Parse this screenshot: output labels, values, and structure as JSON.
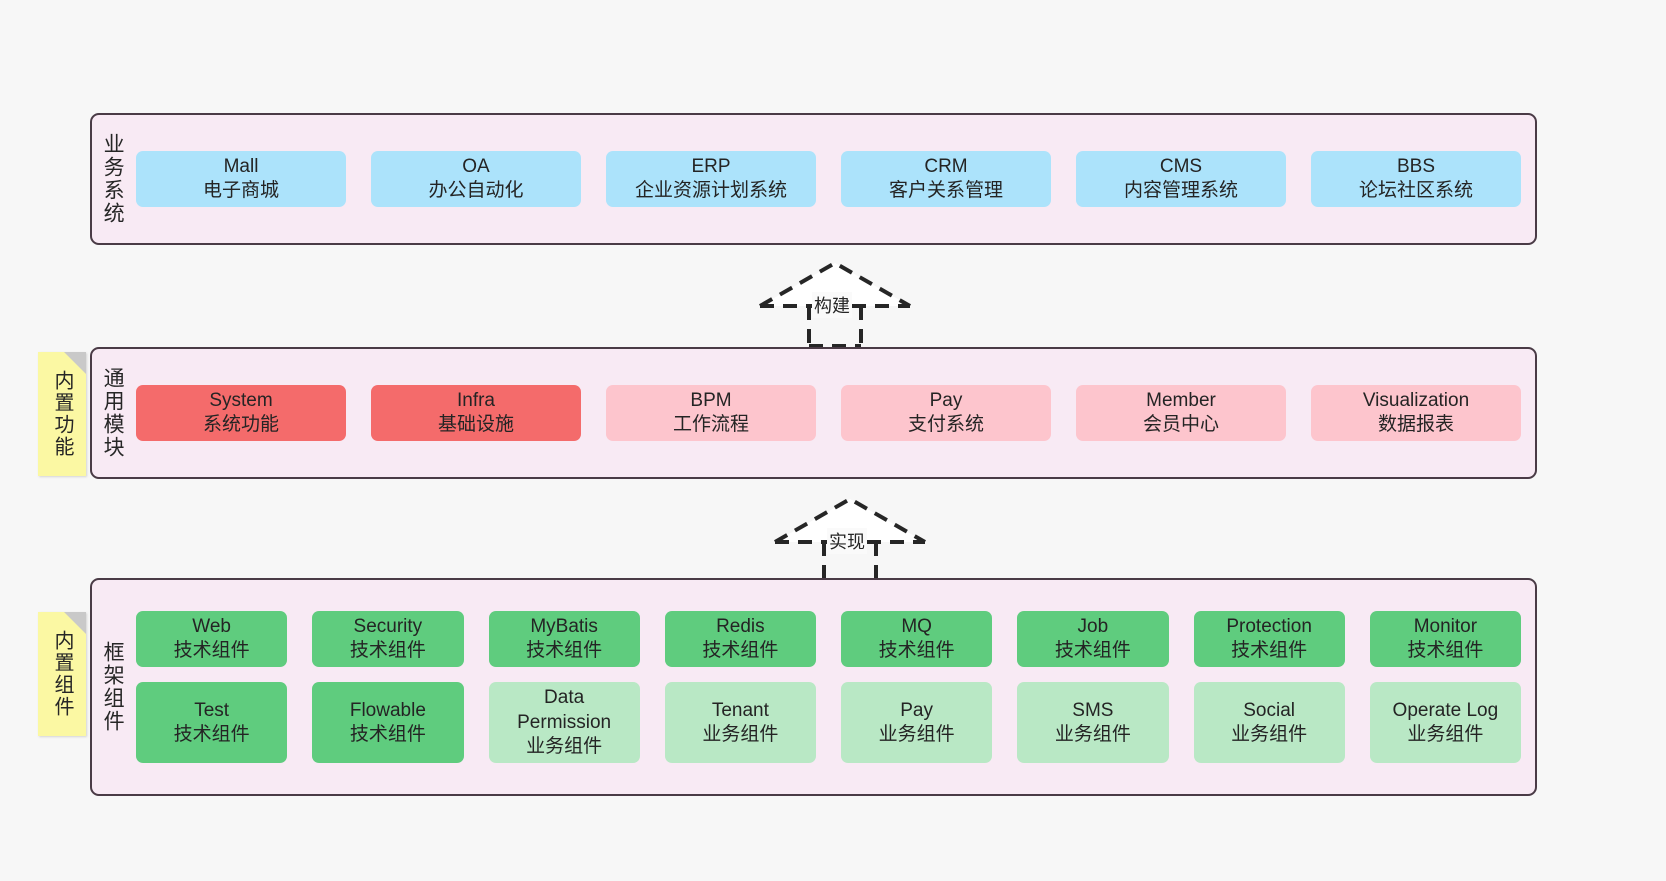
{
  "diagram": {
    "background_color": "#f7f7f7",
    "layer_fill": "#f8eaf4",
    "layer_border": "#4a3b46"
  },
  "layers": [
    {
      "key": "business",
      "title": "业务系统",
      "rows": [
        [
          {
            "name": "Mall",
            "sub": "电子商城",
            "color": "#ace3fb",
            "style": "blue"
          },
          {
            "name": "OA",
            "sub": "办公自动化",
            "color": "#ace3fb",
            "style": "blue"
          },
          {
            "name": "ERP",
            "sub": "企业资源计划系统",
            "color": "#ace3fb",
            "style": "blue"
          },
          {
            "name": "CRM",
            "sub": "客户关系管理",
            "color": "#ace3fb",
            "style": "blue"
          },
          {
            "name": "CMS",
            "sub": "内容管理系统",
            "color": "#ace3fb",
            "style": "blue"
          },
          {
            "name": "BBS",
            "sub": "论坛社区系统",
            "color": "#ace3fb",
            "style": "blue"
          }
        ]
      ]
    },
    {
      "key": "common",
      "title": "通用模块",
      "note": "内置功能",
      "rows": [
        [
          {
            "name": "System",
            "sub": "系统功能",
            "color": "#f46b6b",
            "style": "red"
          },
          {
            "name": "Infra",
            "sub": "基础设施",
            "color": "#f46b6b",
            "style": "red"
          },
          {
            "name": "BPM",
            "sub": "工作流程",
            "color": "#fdc5cd",
            "style": "pink"
          },
          {
            "name": "Pay",
            "sub": "支付系统",
            "color": "#fdc5cd",
            "style": "pink"
          },
          {
            "name": "Member",
            "sub": "会员中心",
            "color": "#fdc5cd",
            "style": "pink"
          },
          {
            "name": "Visualization",
            "sub": "数据报表",
            "color": "#fdc5cd",
            "style": "pink"
          }
        ]
      ]
    },
    {
      "key": "framework",
      "title": "框架组件",
      "note": "内置组件",
      "rows": [
        [
          {
            "name": "Web",
            "sub": "技术组件",
            "color": "#5fcc7e",
            "style": "green"
          },
          {
            "name": "Security",
            "sub": "技术组件",
            "color": "#5fcc7e",
            "style": "green"
          },
          {
            "name": "MyBatis",
            "sub": "技术组件",
            "color": "#5fcc7e",
            "style": "green"
          },
          {
            "name": "Redis",
            "sub": "技术组件",
            "color": "#5fcc7e",
            "style": "green"
          },
          {
            "name": "MQ",
            "sub": "技术组件",
            "color": "#5fcc7e",
            "style": "green"
          },
          {
            "name": "Job",
            "sub": "技术组件",
            "color": "#5fcc7e",
            "style": "green"
          },
          {
            "name": "Protection",
            "sub": "技术组件",
            "color": "#5fcc7e",
            "style": "green"
          },
          {
            "name": "Monitor",
            "sub": "技术组件",
            "color": "#5fcc7e",
            "style": "green"
          }
        ],
        [
          {
            "name": "Test",
            "sub": "技术组件",
            "color": "#5fcc7e",
            "style": "green"
          },
          {
            "name": "Flowable",
            "sub": "技术组件",
            "color": "#5fcc7e",
            "style": "green"
          },
          {
            "name": "Data Permission",
            "sub": "业务组件",
            "color": "#b9e8c5",
            "style": "lgreen"
          },
          {
            "name": "Tenant",
            "sub": "业务组件",
            "color": "#b9e8c5",
            "style": "lgreen"
          },
          {
            "name": "Pay",
            "sub": "业务组件",
            "color": "#b9e8c5",
            "style": "lgreen"
          },
          {
            "name": "SMS",
            "sub": "业务组件",
            "color": "#b9e8c5",
            "style": "lgreen"
          },
          {
            "name": "Social",
            "sub": "业务组件",
            "color": "#b9e8c5",
            "style": "lgreen"
          },
          {
            "name": "Operate Log",
            "sub": "业务组件",
            "color": "#b9e8c5",
            "style": "lgreen"
          }
        ]
      ]
    }
  ],
  "connectors": [
    {
      "key": "build",
      "label": "构建",
      "from": "common",
      "to": "business",
      "style": "dashed-hollow-triangle"
    },
    {
      "key": "implement",
      "label": "实现",
      "from": "framework",
      "to": "common",
      "style": "dashed-hollow-triangle"
    }
  ]
}
